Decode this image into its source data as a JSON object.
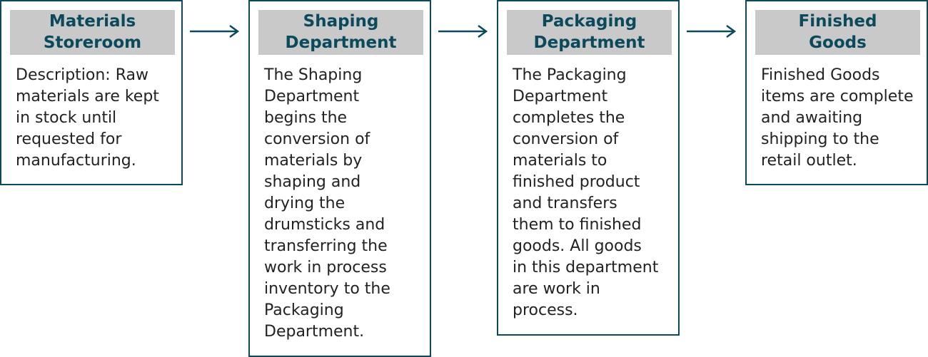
{
  "steps": [
    {
      "title_lines": [
        "Materials",
        "Storeroom"
      ],
      "body_lines": [
        "Description: Raw",
        "materials are kept",
        "in stock until",
        "requested for",
        "manufacturing."
      ]
    },
    {
      "title_lines": [
        "Shaping",
        "Department"
      ],
      "body_lines": [
        "The Shaping",
        "Department",
        "begins the",
        "conversion of",
        "materials by",
        "shaping and",
        "drying the",
        "drumsticks and",
        "transferring the",
        "work in process",
        "inventory to the",
        "Packaging",
        "Department."
      ]
    },
    {
      "title_lines": [
        "Packaging",
        "Department"
      ],
      "body_lines": [
        "The Packaging",
        "Department",
        "completes the",
        "conversion of",
        "materials to",
        "finished product",
        "and transfers",
        "them to finished",
        "goods. All goods",
        "in this department",
        "are work in",
        "process."
      ]
    },
    {
      "title_lines": [
        "Finished",
        "Goods"
      ],
      "body_lines": [
        "Finished Goods",
        "items are complete",
        "and awaiting",
        "shipping to the",
        "retail outlet."
      ]
    }
  ],
  "colors": {
    "border": "#0b4a5c",
    "header_bg": "#c9c9c9",
    "header_text": "#0b4a5c",
    "body_text": "#222222"
  }
}
